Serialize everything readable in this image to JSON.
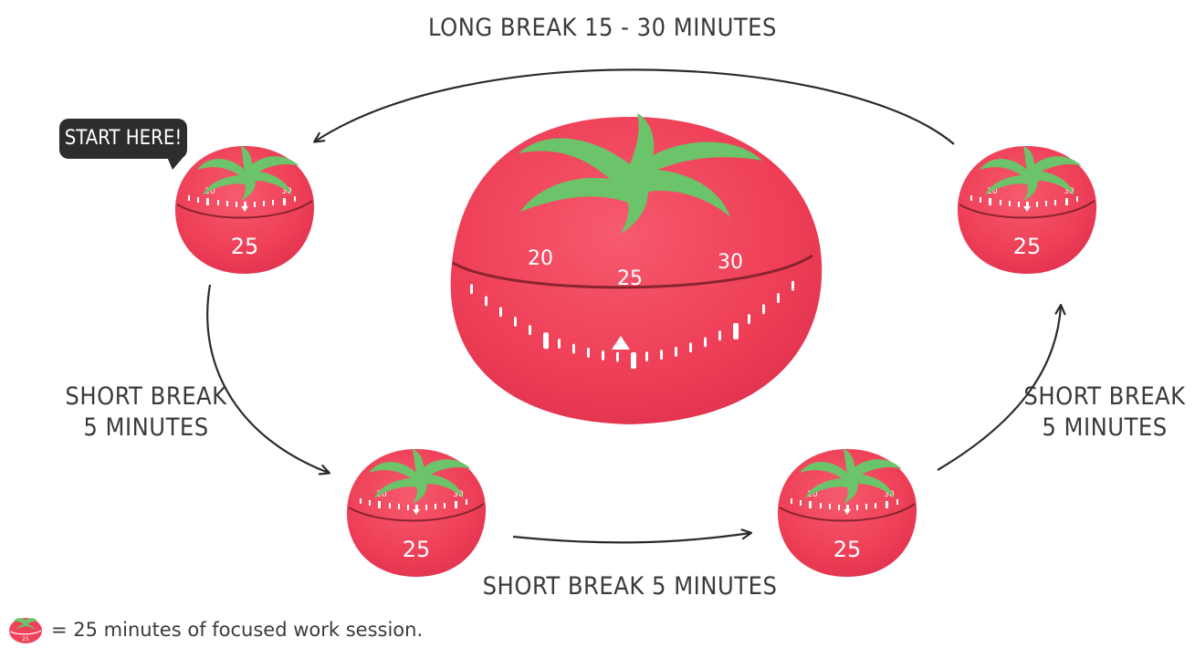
{
  "labels": {
    "long_break": "LONG BREAK 15 - 30 MINUTES",
    "short_break_left": [
      "SHORT BREAK",
      "5 MINUTES"
    ],
    "short_break_right": [
      "SHORT BREAK",
      "5 MINUTES"
    ],
    "short_break_bottom": "SHORT BREAK 5 MINUTES",
    "start_here": "START HERE!",
    "legend": "= 25 minutes of focused work session."
  },
  "timer": {
    "ticks_left": "20",
    "ticks_center": "25",
    "ticks_right": "30"
  },
  "colors": {
    "tomato": "#f0425a",
    "tomato_dark": "#d62f48",
    "leaf": "#6cc46a",
    "dial_line": "#7a1f2a",
    "arrow": "#2b2b2b"
  }
}
